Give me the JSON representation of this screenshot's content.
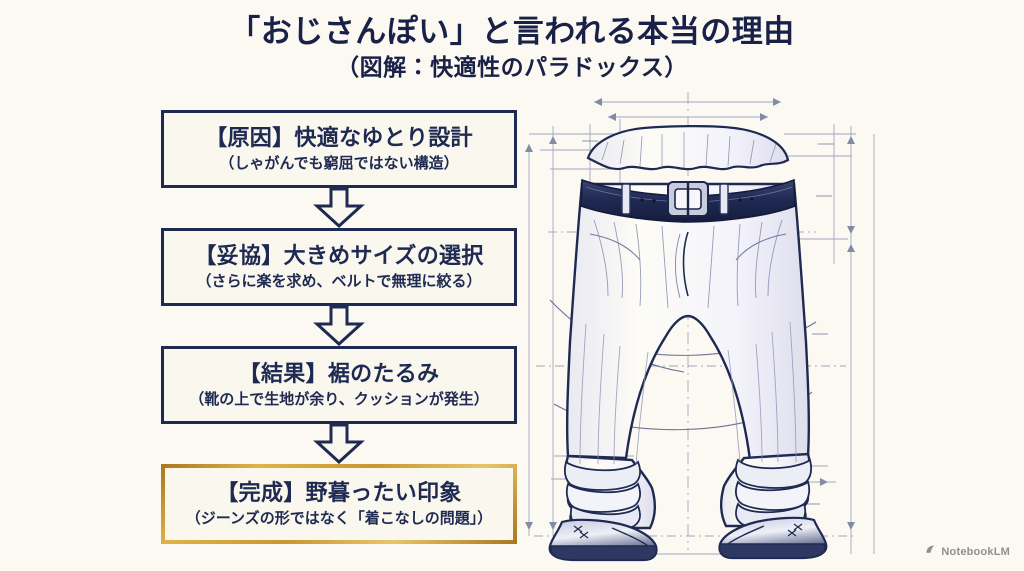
{
  "page": {
    "background_color": "#fbf9f2",
    "ink_color": "#1e2a52",
    "accent_gold": "#c99731"
  },
  "title": {
    "main": "「おじさんぽい」と言われる本当の理由",
    "sub": "（図解：快適性のパラドックス）"
  },
  "flow": {
    "steps": [
      {
        "label": "【原因】快適なゆとり設計",
        "detail": "（しゃがんでも窮屈ではない構造）",
        "style": "navy"
      },
      {
        "label": "【妥協】大きめサイズの選択",
        "detail": "（さらに楽を求め、ベルトで無理に絞る）",
        "style": "navy"
      },
      {
        "label": "【結果】裾のたるみ",
        "detail": "（靴の上で生地が余り、クッションが発生）",
        "style": "navy"
      },
      {
        "label": "【完成】野暮ったい印象",
        "detail": "（ジーンズの形ではなく「着こなしの問題」）",
        "style": "gold"
      }
    ],
    "connector_icon": "down-arrow-icon"
  },
  "illustration": {
    "name": "baggy-jeans-blueprint",
    "description": "技術図面風のダボっとしたジーンズ（ベルト・裾のたるみ・革靴）",
    "parts": [
      "waistband-gathered",
      "belt-with-buckle",
      "left-leg",
      "right-leg",
      "hem-stack-left",
      "hem-stack-right",
      "shoe-left",
      "shoe-right",
      "dimension-lines",
      "center-line"
    ]
  },
  "watermark": {
    "icon": "notebooklm-logo-icon",
    "text": "NotebookLM"
  }
}
